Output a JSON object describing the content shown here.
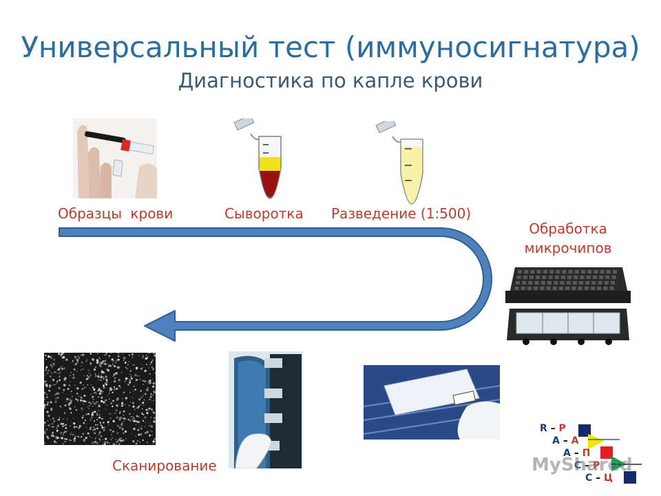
{
  "header": {
    "title": "Универсальный тест (иммуносигнатура)",
    "subtitle": "Диагностика по капле крови"
  },
  "steps": {
    "blood_samples": "Образцы  крови",
    "serum": "Сыворотка",
    "dilution": "Разведение (1:500)",
    "chip_processing_line1": "Обработка",
    "chip_processing_line2": "микрочипов",
    "scanning": "Сканирование"
  },
  "logo": {
    "rows": [
      {
        "left": "R",
        "right": "Р"
      },
      {
        "left": "A",
        "right": "А"
      },
      {
        "left": "A",
        "right": "П"
      },
      {
        "left": "C",
        "right": "Р"
      },
      {
        "left": "C",
        "right": "Ц"
      }
    ]
  },
  "watermark": "MyShared",
  "colors": {
    "title": "#2a6ea0",
    "labels": "#c0392b",
    "arrow_fill": "#4f81bd",
    "arrow_stroke": "#2f5f91"
  }
}
